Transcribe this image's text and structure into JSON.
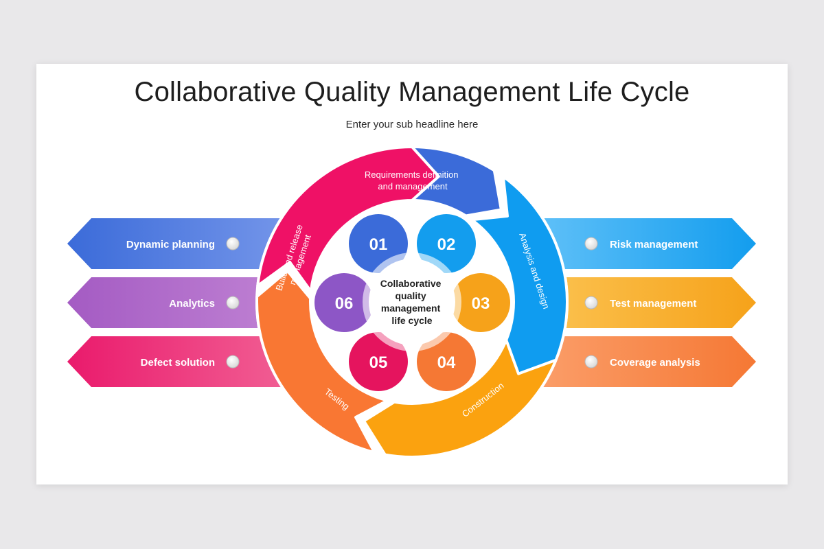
{
  "slide": {
    "title": "Collaborative Quality Management Life Cycle",
    "subtitle": "Enter your sub headline here"
  },
  "center": {
    "lines": [
      "Collaborative",
      "quality",
      "management",
      "life cycle"
    ]
  },
  "steps": [
    {
      "number": "01",
      "color": "#3b6bd9"
    },
    {
      "number": "02",
      "color": "#139dee"
    },
    {
      "number": "03",
      "color": "#f6a21a"
    },
    {
      "number": "04",
      "color": "#f57834"
    },
    {
      "number": "05",
      "color": "#e5145e"
    },
    {
      "number": "06",
      "color": "#8d56c6"
    }
  ],
  "ring_segments": [
    {
      "lines": [
        "Requirements definition",
        "and management"
      ],
      "color": "#3b6bd9"
    },
    {
      "lines": [
        "Analysis and design"
      ],
      "color": "#0f9cf0"
    },
    {
      "lines": [
        "Construction"
      ],
      "color": "#fba20f"
    },
    {
      "lines": [
        "Testing"
      ],
      "color": "#f97733"
    },
    {
      "lines": [
        "Build and release",
        "management"
      ],
      "color": "#ef1166"
    }
  ],
  "side_items": {
    "left": [
      {
        "label": "Dynamic planning",
        "color": "#3b6bd9"
      },
      {
        "label": "Analytics",
        "color": "#a45bc3"
      },
      {
        "label": "Defect solution",
        "color": "#ea1a6c"
      }
    ],
    "right": [
      {
        "label": "Risk management",
        "color": "#1ea6f5"
      },
      {
        "label": "Test management",
        "color": "#fbaa1f"
      },
      {
        "label": "Coverage analysis",
        "color": "#f77c3c"
      }
    ]
  }
}
